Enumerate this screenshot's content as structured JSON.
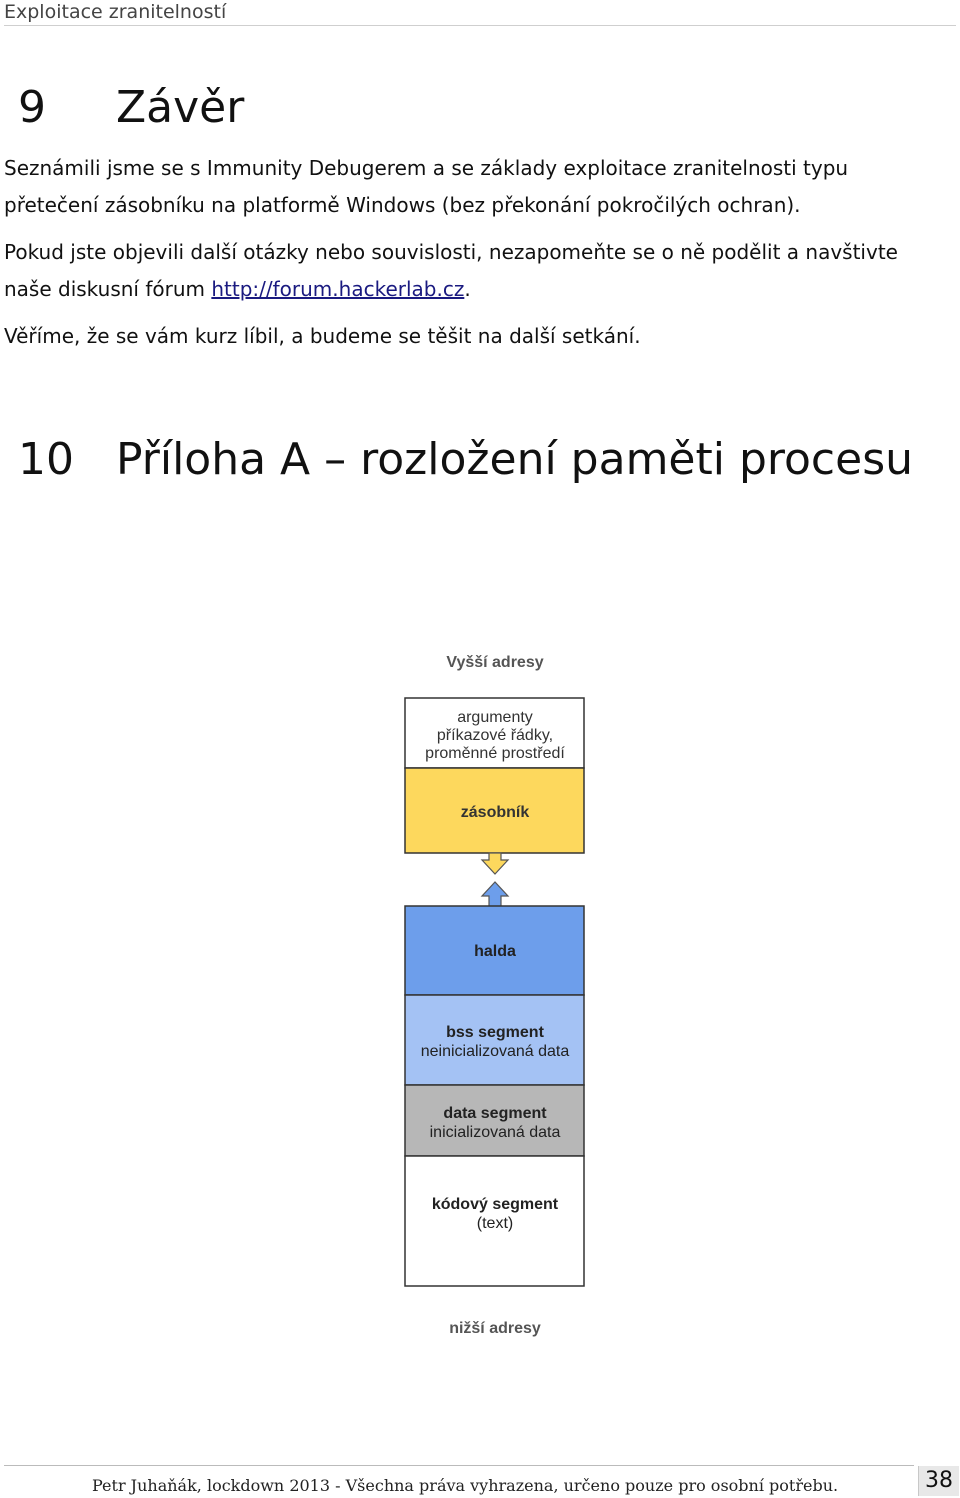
{
  "header": {
    "title": "Exploitace zranitelností"
  },
  "section9": {
    "number": "9",
    "title": "Závěr",
    "para1": "Seznámili jsme se s Immunity Debugerem a se základy exploitace zranitelnosti typu přetečení zásobníku na platformě Windows (bez překonání pokročilých ochran).",
    "para2_before": "Pokud jste objevili další otázky nebo souvislosti, nezapomeňte se o ně podělit a navštivte naše diskusní fórum ",
    "para2_link": "http://forum.hackerlab.cz",
    "para2_after": ".",
    "para3": "Věříme, že se vám kurz líbil, a budeme se těšit na další setkání."
  },
  "section10": {
    "number": "10",
    "title": "Příloha A – rozložení paměti procesu"
  },
  "diagram": {
    "top_label": "Vyšší adresy",
    "bottom_label": "nižší adresy",
    "segments": [
      {
        "lines": [
          "argumenty",
          "příkazové řádky,",
          "proměnné prostředí"
        ],
        "color": "#ffffff"
      },
      {
        "lines": [
          "zásobník"
        ],
        "color": "#fdd85d"
      },
      {
        "lines": [
          "halda"
        ],
        "color": "#6d9eeb"
      },
      {
        "lines": [
          "bss segment",
          "neinicializovaná data"
        ],
        "color": "#a4c2f4"
      },
      {
        "lines": [
          "data segment",
          "inicializovaná data"
        ],
        "color": "#b7b7b7"
      },
      {
        "lines": [
          "kódový segment",
          "(text)"
        ],
        "color": "#ffffff"
      }
    ]
  },
  "footer": {
    "text": "Petr Juhaňák, lockdown 2013 - Všechna práva vyhrazena, určeno pouze pro osobní potřebu.",
    "page": "38"
  }
}
